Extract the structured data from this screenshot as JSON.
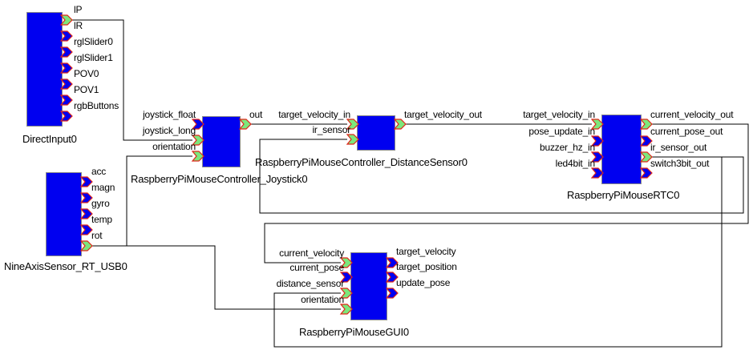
{
  "colors": {
    "background": "#ffffff",
    "component_fill": "#0000f0",
    "component_border": "#8a8a8a",
    "port_connected_fill": "#7ce77c",
    "port_unconnected_fill": "#0000f0",
    "port_border": "#e02519",
    "wire": "#000000",
    "label_text": "#000000"
  },
  "components": [
    {
      "name": "DirectInput0",
      "ports_out": [
        {
          "label": "lP",
          "connected": true
        },
        {
          "label": "lR",
          "connected": false
        },
        {
          "label": "rglSlider0",
          "connected": false
        },
        {
          "label": "rglSlider1",
          "connected": false
        },
        {
          "label": "POV0",
          "connected": false
        },
        {
          "label": "POV1",
          "connected": false
        },
        {
          "label": "rgbButtons",
          "connected": false
        }
      ]
    },
    {
      "name": "NineAxisSensor_RT_USB0",
      "ports_out": [
        {
          "label": "acc",
          "connected": false
        },
        {
          "label": "magn",
          "connected": false
        },
        {
          "label": "gyro",
          "connected": false
        },
        {
          "label": "temp",
          "connected": false
        },
        {
          "label": "rot",
          "connected": true
        }
      ]
    },
    {
      "name": "RaspberryPiMouseController_Joystick0",
      "ports_in": [
        {
          "label": "joystick_float",
          "connected": false
        },
        {
          "label": "joystick_long",
          "connected": true
        },
        {
          "label": "orientation",
          "connected": true
        }
      ],
      "ports_out": [
        {
          "label": "out",
          "connected": true
        }
      ]
    },
    {
      "name": "RaspberryPiMouseController_DistanceSensor0",
      "ports_in": [
        {
          "label": "target_velocity_in",
          "connected": true
        },
        {
          "label": "ir_sensor",
          "connected": true
        }
      ],
      "ports_out": [
        {
          "label": "target_velocity_out",
          "connected": true
        }
      ]
    },
    {
      "name": "RaspberryPiMouseRTC0",
      "ports_in": [
        {
          "label": "target_velocity_in",
          "connected": true
        },
        {
          "label": "pose_update_in",
          "connected": false
        },
        {
          "label": "buzzer_hz_in",
          "connected": false
        },
        {
          "label": "led4bit_in",
          "connected": false
        }
      ],
      "ports_out": [
        {
          "label": "current_velocity_out",
          "connected": true
        },
        {
          "label": "current_pose_out",
          "connected": false
        },
        {
          "label": "ir_sensor_out",
          "connected": true
        },
        {
          "label": "switch3bit_out",
          "connected": false
        }
      ]
    },
    {
      "name": "RaspberryPiMouseGUI0",
      "ports_in": [
        {
          "label": "current_velocity",
          "connected": true
        },
        {
          "label": "current_pose",
          "connected": false
        },
        {
          "label": "distance_sensor",
          "connected": true
        },
        {
          "label": "orientation",
          "connected": true
        }
      ],
      "ports_out": [
        {
          "label": "target_velocity",
          "connected": false
        },
        {
          "label": "target_position",
          "connected": false
        },
        {
          "label": "update_pose",
          "connected": false
        }
      ]
    }
  ],
  "connections": [
    {
      "from": "DirectInput0.lP",
      "to": "RaspberryPiMouseController_Joystick0.joystick_long"
    },
    {
      "from": "NineAxisSensor_RT_USB0.rot",
      "to": "RaspberryPiMouseController_Joystick0.orientation"
    },
    {
      "from": "NineAxisSensor_RT_USB0.rot",
      "to": "RaspberryPiMouseGUI0.orientation"
    },
    {
      "from": "RaspberryPiMouseController_Joystick0.out",
      "to": "RaspberryPiMouseController_DistanceSensor0.target_velocity_in"
    },
    {
      "from": "RaspberryPiMouseController_DistanceSensor0.target_velocity_out",
      "to": "RaspberryPiMouseRTC0.target_velocity_in"
    },
    {
      "from": "RaspberryPiMouseRTC0.current_velocity_out",
      "to": "RaspberryPiMouseGUI0.current_velocity"
    },
    {
      "from": "RaspberryPiMouseRTC0.ir_sensor_out",
      "to": "RaspberryPiMouseController_DistanceSensor0.ir_sensor"
    },
    {
      "from": "RaspberryPiMouseRTC0.ir_sensor_out",
      "to": "RaspberryPiMouseGUI0.distance_sensor"
    }
  ]
}
